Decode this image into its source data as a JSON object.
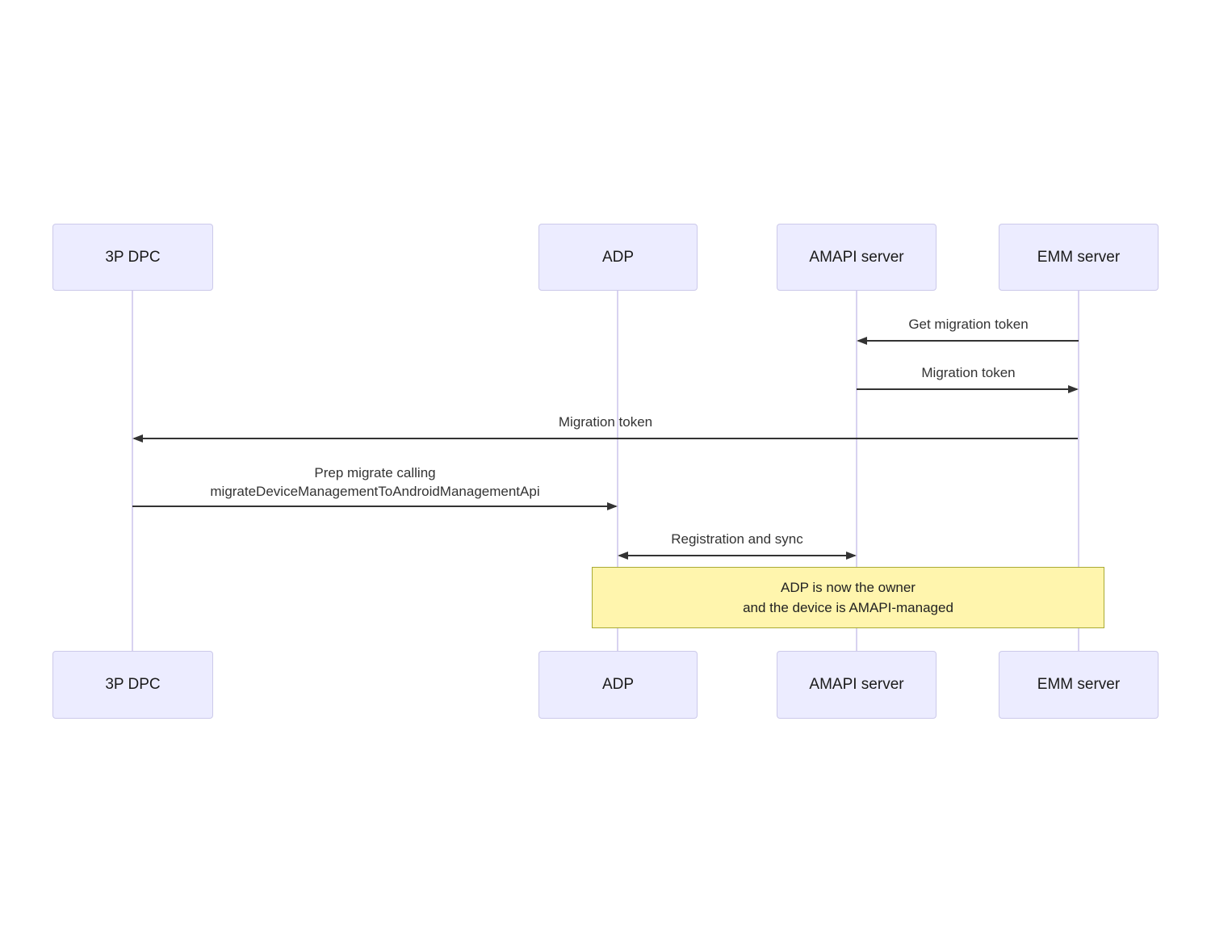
{
  "diagram": {
    "type": "sequence",
    "actors": [
      {
        "label": "3P DPC"
      },
      {
        "label": "ADP"
      },
      {
        "label": "AMAPI server"
      },
      {
        "label": "EMM server"
      }
    ],
    "messages": [
      {
        "text": "Get migration token",
        "from": "EMM server",
        "to": "AMAPI server",
        "direction": "left"
      },
      {
        "text": "Migration token",
        "from": "AMAPI server",
        "to": "EMM server",
        "direction": "right"
      },
      {
        "text": "Migration token",
        "from": "EMM server",
        "to": "3P DPC",
        "direction": "left"
      },
      {
        "text": "Prep migrate calling\nmigrateDeviceManagementToAndroidManagementApi",
        "from": "3P DPC",
        "to": "ADP",
        "direction": "right"
      },
      {
        "text": "Registration and sync",
        "from": "ADP",
        "to": "AMAPI server",
        "direction": "both"
      }
    ],
    "note": {
      "text": "ADP is now the owner\nand the device is AMAPI-managed",
      "over": "ADP, AMAPI server, EMM server"
    },
    "colors": {
      "actor_fill": "#ECECFF",
      "actor_border": "#CCC9EA",
      "lifeline": "#D8D2F0",
      "arrow": "#333333",
      "note_fill": "#FFF5AD",
      "note_border": "#AAAA33",
      "text": "#333333"
    }
  }
}
